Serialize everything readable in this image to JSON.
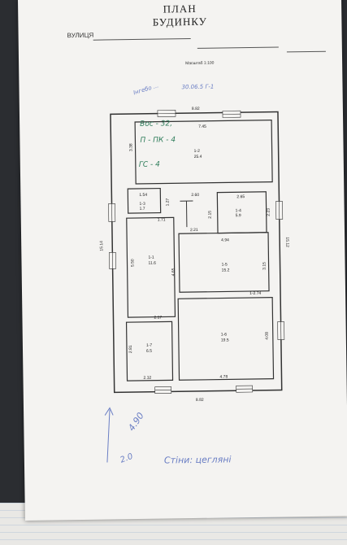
{
  "header": {
    "title_line1": "ПЛАН",
    "title_line2": "БУДИНКУ",
    "street_label": "ВУЛИЦЯ",
    "scale": "Масштаб 1:100"
  },
  "handwritten": {
    "note_top": "Інгебо ...",
    "note_top2": "30.06.5  Г-1",
    "letter_b": "Вос - 32,",
    "letter_p": "П - ПК - 4",
    "letter_g": "ГС - 4",
    "height": "4.90",
    "height2": "2.0",
    "walls": "Стіни: цегляні"
  },
  "plan": {
    "outer_top": "8.82",
    "outer_bottom": "8.82",
    "outer_left": "15.14",
    "outer_right": "15.12",
    "dims": {
      "top_inner": "7.45",
      "left_top": "3.38",
      "d154": "1.54",
      "d127": "1.27",
      "d260": "2.60",
      "d265": "2.65",
      "d215": "2.15",
      "d223": "2.23",
      "d171": "1.71",
      "d221": "2.21",
      "d494": "4.94",
      "d550": "5.50",
      "d465": "4.65",
      "d315": "3.15",
      "d274": "1-2.74",
      "d217": "2.17",
      "d281": "2.81",
      "d408": "4.08",
      "d232": "2.32",
      "d478": "4.78"
    },
    "rooms": [
      {
        "id": "1-2",
        "area": "25.4"
      },
      {
        "id": "1-3",
        "area": "1.7"
      },
      {
        "id": "1-4",
        "area": "5.9"
      },
      {
        "id": "1-1",
        "area": "11.6"
      },
      {
        "id": "1-5",
        "area": "15.2"
      },
      {
        "id": "1-7",
        "area": "6.5"
      },
      {
        "id": "1-6",
        "area": "19.5"
      }
    ]
  }
}
